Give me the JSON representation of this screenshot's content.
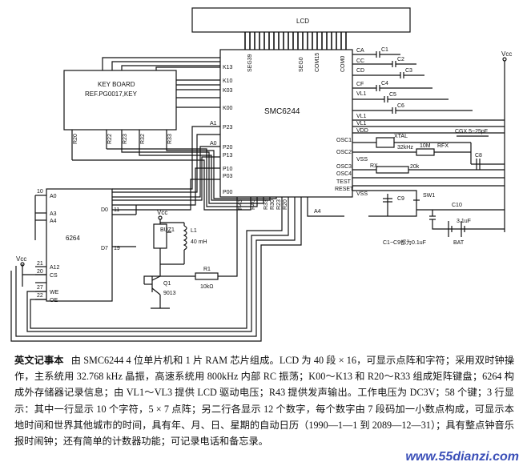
{
  "diagram": {
    "lcd_label": "LCD",
    "keyboard_title": "KEY BOARD",
    "keyboard_ref": "REF.PG0017,KEY",
    "mcu_label": "SMC6244",
    "ram_label": "6264",
    "vcc_labels": [
      "Vcc",
      "Vcc",
      "Vcc"
    ],
    "lcd_pins": [
      "SEG39",
      "SEG0",
      "COM15",
      "COM0"
    ],
    "mcu_left_pins": [
      "K13",
      "K10",
      "K03",
      "K00",
      "P23",
      "P20",
      "P13",
      "P10",
      "P03",
      "P00"
    ],
    "mcu_right_pins": [
      "CA",
      "CC",
      "CD",
      "CF",
      "VL1",
      "VL1",
      "VL1",
      "VDD",
      "OSC1",
      "OSC2",
      "VSS",
      "OSC3",
      "OSC4",
      "TEST",
      "RESET",
      "VSS"
    ],
    "mcu_bottom_pins": [
      "R43",
      "R40",
      "R33",
      "R30",
      "R23",
      "R20"
    ],
    "mcu_left_top": "A1",
    "mcu_left_mid": "A0",
    "bottom_a4": "A4",
    "keyboard_pins": [
      "R20",
      "R22",
      "R23",
      "R32",
      "R33"
    ],
    "ram_pins": [
      "A0",
      "A3",
      "A4",
      "A12",
      "CS",
      "WE",
      "OE",
      "D0",
      "D7"
    ],
    "ram_pin_numbers": [
      "10",
      "20",
      "22",
      "27",
      "11",
      "19",
      "21"
    ],
    "caps_top": [
      "C1",
      "C2",
      "C3",
      "C4",
      "C5",
      "C6"
    ],
    "xtal": "XTAL",
    "xtal_freq": "32kHz",
    "r_10m": "10M",
    "r_fx": "RFX",
    "cgx": "CGX 5~25pF",
    "c8": "C8",
    "r_x": "RX",
    "r_20k": "20k",
    "c9": "C9",
    "sw1": "SW1",
    "c10": "C10",
    "bat": "BAT",
    "bat_v": "3.1uF",
    "caps_note": "C1~C9都为0.1uF",
    "buz": "BUZ1",
    "l1": "L1",
    "l1_val": "40 mH",
    "r1": "R1",
    "r1_val": "10kΩ",
    "q1": "Q1",
    "q1_part": "9013"
  },
  "caption": {
    "heading": "英文记事本",
    "body": "由 SMC6244 4 位单片机和 1 片 RAM 芯片组成。LCD 为 40 段 × 16，可显示点阵和字符；采用双时钟操作，主系统用 32.768 kHz 晶振，高速系统用 800kHz 内部 RC 振荡；K00～K13 和 R20～R33 组成矩阵键盘；6264 构成外存储器记录信息；由 VL1～VL3 提供 LCD 驱动电压；R43 提供发声输出。工作电压为 DC3V；58 个键；3 行显示：其中一行显示 10 个字符，5 × 7 点阵；另二行各显示 12 个数字，每个数字由 7 段码加一小数点构成，可显示本地时间和世界其他城市的时间，具有年、月、日、星期的自动日历（1990—1—1 到 2089—12—31）；具有整点钟音乐报时闹钟；还有简单的计数器功能；可记录电话和备忘录。"
  },
  "watermark": "www.55dianzi.com"
}
